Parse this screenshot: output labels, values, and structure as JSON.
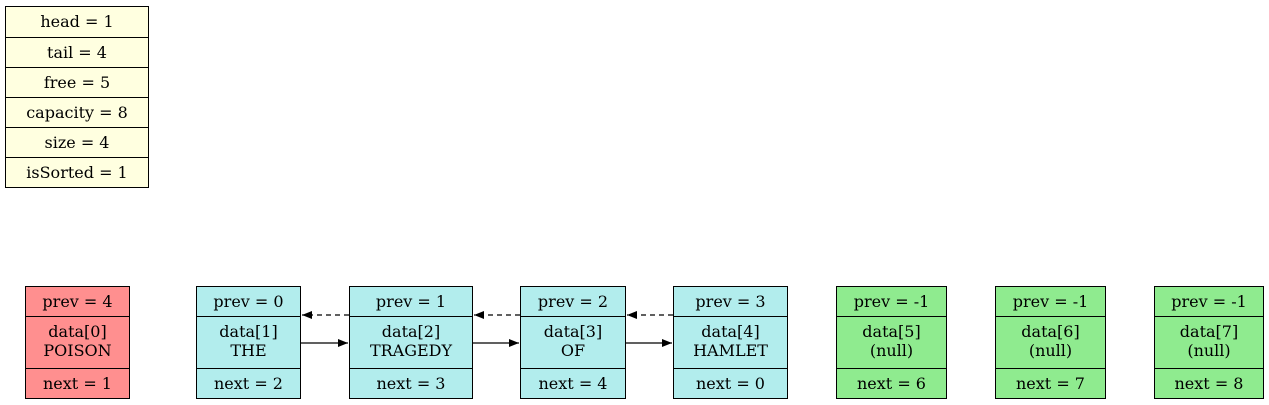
{
  "info": {
    "head": "head = 1",
    "tail": "tail = 4",
    "free": "free = 5",
    "capacity": "capacity = 8",
    "size": "size = 4",
    "isSorted": "isSorted = 1"
  },
  "nodes": [
    {
      "prev": "prev = 4",
      "data_label": "data[0]",
      "value": "POISON",
      "next": "next = 1"
    },
    {
      "prev": "prev = 0",
      "data_label": "data[1]",
      "value": "THE",
      "next": "next = 2"
    },
    {
      "prev": "prev = 1",
      "data_label": "data[2]",
      "value": "TRAGEDY",
      "next": "next = 3"
    },
    {
      "prev": "prev = 2",
      "data_label": "data[3]",
      "value": "OF",
      "next": "next = 4"
    },
    {
      "prev": "prev = 3",
      "data_label": "data[4]",
      "value": "HAMLET",
      "next": "next = 0"
    },
    {
      "prev": "prev = -1",
      "data_label": "data[5]",
      "value": "(null)",
      "next": "next = 6"
    },
    {
      "prev": "prev = -1",
      "data_label": "data[6]",
      "value": "(null)",
      "next": "next = 7"
    },
    {
      "prev": "prev = -1",
      "data_label": "data[7]",
      "value": "(null)",
      "next": "next = 8"
    }
  ],
  "colors": {
    "info_bg": "#ffffe0",
    "poison_bg": "#ff8f8f",
    "used_bg": "#b2eded",
    "free_bg": "#8feb8f"
  }
}
